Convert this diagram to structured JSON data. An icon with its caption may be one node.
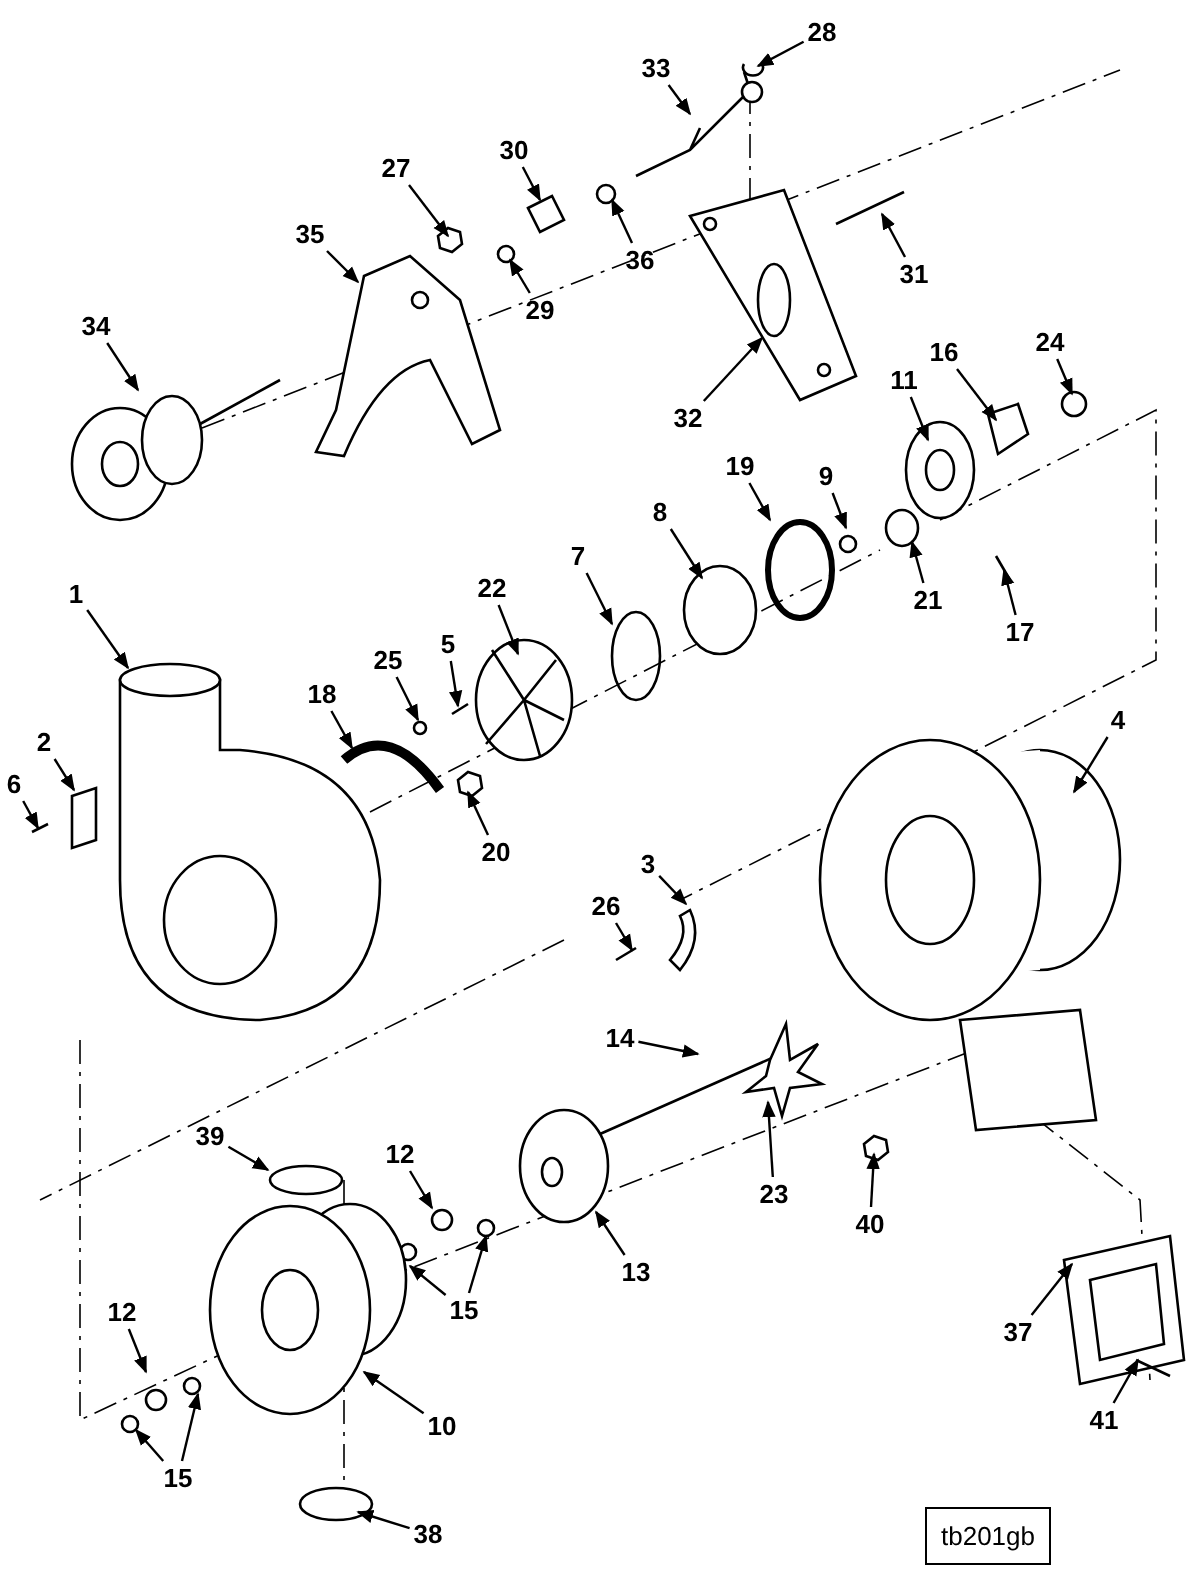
{
  "diagram": {
    "nodes": [
      {
        "text": [
          "28"
        ]
      },
      {
        "text": [
          "33"
        ]
      },
      {
        "text": [
          "30"
        ]
      },
      {
        "text": [
          "27"
        ]
      },
      {
        "text": [
          "35"
        ]
      },
      {
        "text": [
          "36"
        ]
      },
      {
        "text": [
          "31"
        ]
      },
      {
        "text": [
          "29"
        ]
      },
      {
        "text": [
          "34"
        ]
      },
      {
        "text": [
          "24"
        ]
      },
      {
        "text": [
          "16"
        ]
      },
      {
        "text": [
          "11"
        ]
      },
      {
        "text": [
          "32"
        ]
      },
      {
        "text": [
          "19"
        ]
      },
      {
        "text": [
          "9"
        ]
      },
      {
        "text": [
          "8"
        ]
      },
      {
        "text": [
          "7"
        ]
      },
      {
        "text": [
          "1"
        ]
      },
      {
        "text": [
          "22"
        ]
      },
      {
        "text": [
          "21"
        ]
      },
      {
        "text": [
          "17"
        ]
      },
      {
        "text": [
          "5"
        ]
      },
      {
        "text": [
          "25"
        ]
      },
      {
        "text": [
          "18"
        ]
      },
      {
        "text": [
          "4"
        ]
      },
      {
        "text": [
          "2"
        ]
      },
      {
        "text": [
          "6"
        ]
      },
      {
        "text": [
          "20"
        ]
      },
      {
        "text": [
          "3"
        ]
      },
      {
        "text": [
          "26"
        ]
      },
      {
        "text": [
          "14"
        ]
      },
      {
        "text": [
          "39"
        ]
      },
      {
        "text": [
          "12"
        ]
      },
      {
        "text": [
          "23"
        ]
      },
      {
        "text": [
          "40"
        ]
      },
      {
        "text": [
          "13"
        ]
      },
      {
        "text": [
          "15"
        ]
      },
      {
        "text": [
          "12"
        ]
      },
      {
        "text": [
          "37"
        ]
      },
      {
        "text": [
          "41"
        ]
      },
      {
        "text": [
          "10"
        ]
      },
      {
        "text": [
          "15"
        ]
      },
      {
        "text": [
          "38"
        ]
      },
      {
        "text": [
          "tb201gb"
        ]
      }
    ],
    "edges": [
      {
        "from": 0,
        "to": null,
        "arrow": "to"
      },
      {
        "from": 1,
        "to": null,
        "arrow": "to"
      },
      {
        "from": 2,
        "to": null,
        "arrow": "to"
      },
      {
        "from": 3,
        "to": null,
        "arrow": "to"
      },
      {
        "from": 4,
        "to": null,
        "arrow": "to"
      },
      {
        "from": 5,
        "to": null,
        "arrow": "to"
      },
      {
        "from": 6,
        "to": null,
        "arrow": "to"
      },
      {
        "from": 7,
        "to": null,
        "arrow": "to"
      },
      {
        "from": 8,
        "to": null,
        "arrow": "to"
      },
      {
        "from": 9,
        "to": null,
        "arrow": "to"
      },
      {
        "from": 10,
        "to": null,
        "arrow": "to"
      },
      {
        "from": 11,
        "to": null,
        "arrow": "to"
      },
      {
        "from": 12,
        "to": null,
        "arrow": "to"
      },
      {
        "from": 13,
        "to": null,
        "arrow": "to"
      },
      {
        "from": 14,
        "to": null,
        "arrow": "to"
      },
      {
        "from": 15,
        "to": null,
        "arrow": "to"
      },
      {
        "from": 16,
        "to": null,
        "arrow": "to"
      },
      {
        "from": 17,
        "to": null,
        "arrow": "to"
      },
      {
        "from": 18,
        "to": null,
        "arrow": "to"
      },
      {
        "from": 19,
        "to": null,
        "arrow": "to"
      },
      {
        "from": 20,
        "to": null,
        "arrow": "to"
      },
      {
        "from": 21,
        "to": null,
        "arrow": "to"
      },
      {
        "from": 22,
        "to": null,
        "arrow": "to"
      },
      {
        "from": 23,
        "to": null,
        "arrow": "to"
      },
      {
        "from": 24,
        "to": null,
        "arrow": "to"
      },
      {
        "from": 25,
        "to": null,
        "arrow": "to"
      },
      {
        "from": 26,
        "to": null,
        "arrow": "to"
      },
      {
        "from": 27,
        "to": null,
        "arrow": "to"
      },
      {
        "from": 28,
        "to": null,
        "arrow": "to"
      },
      {
        "from": 29,
        "to": null,
        "arrow": "to"
      },
      {
        "from": 30,
        "to": null,
        "arrow": "to"
      },
      {
        "from": 31,
        "to": null,
        "arrow": "to"
      },
      {
        "from": 32,
        "to": null,
        "arrow": "to"
      },
      {
        "from": 33,
        "to": null,
        "arrow": "to"
      },
      {
        "from": 34,
        "to": null,
        "arrow": "to"
      },
      {
        "from": 35,
        "to": null,
        "arrow": "to"
      },
      {
        "from": 36,
        "to": null,
        "arrow": "to"
      },
      {
        "from": 36,
        "to": null,
        "arrow": "to"
      },
      {
        "from": 37,
        "to": null,
        "arrow": "to"
      },
      {
        "from": 38,
        "to": null,
        "arrow": "to"
      },
      {
        "from": 39,
        "to": null,
        "arrow": "to"
      },
      {
        "from": 40,
        "to": null,
        "arrow": "to"
      },
      {
        "from": 41,
        "to": null,
        "arrow": "to"
      },
      {
        "from": 41,
        "to": null,
        "arrow": "to"
      },
      {
        "from": 42,
        "to": null,
        "arrow": "to"
      }
    ]
  }
}
